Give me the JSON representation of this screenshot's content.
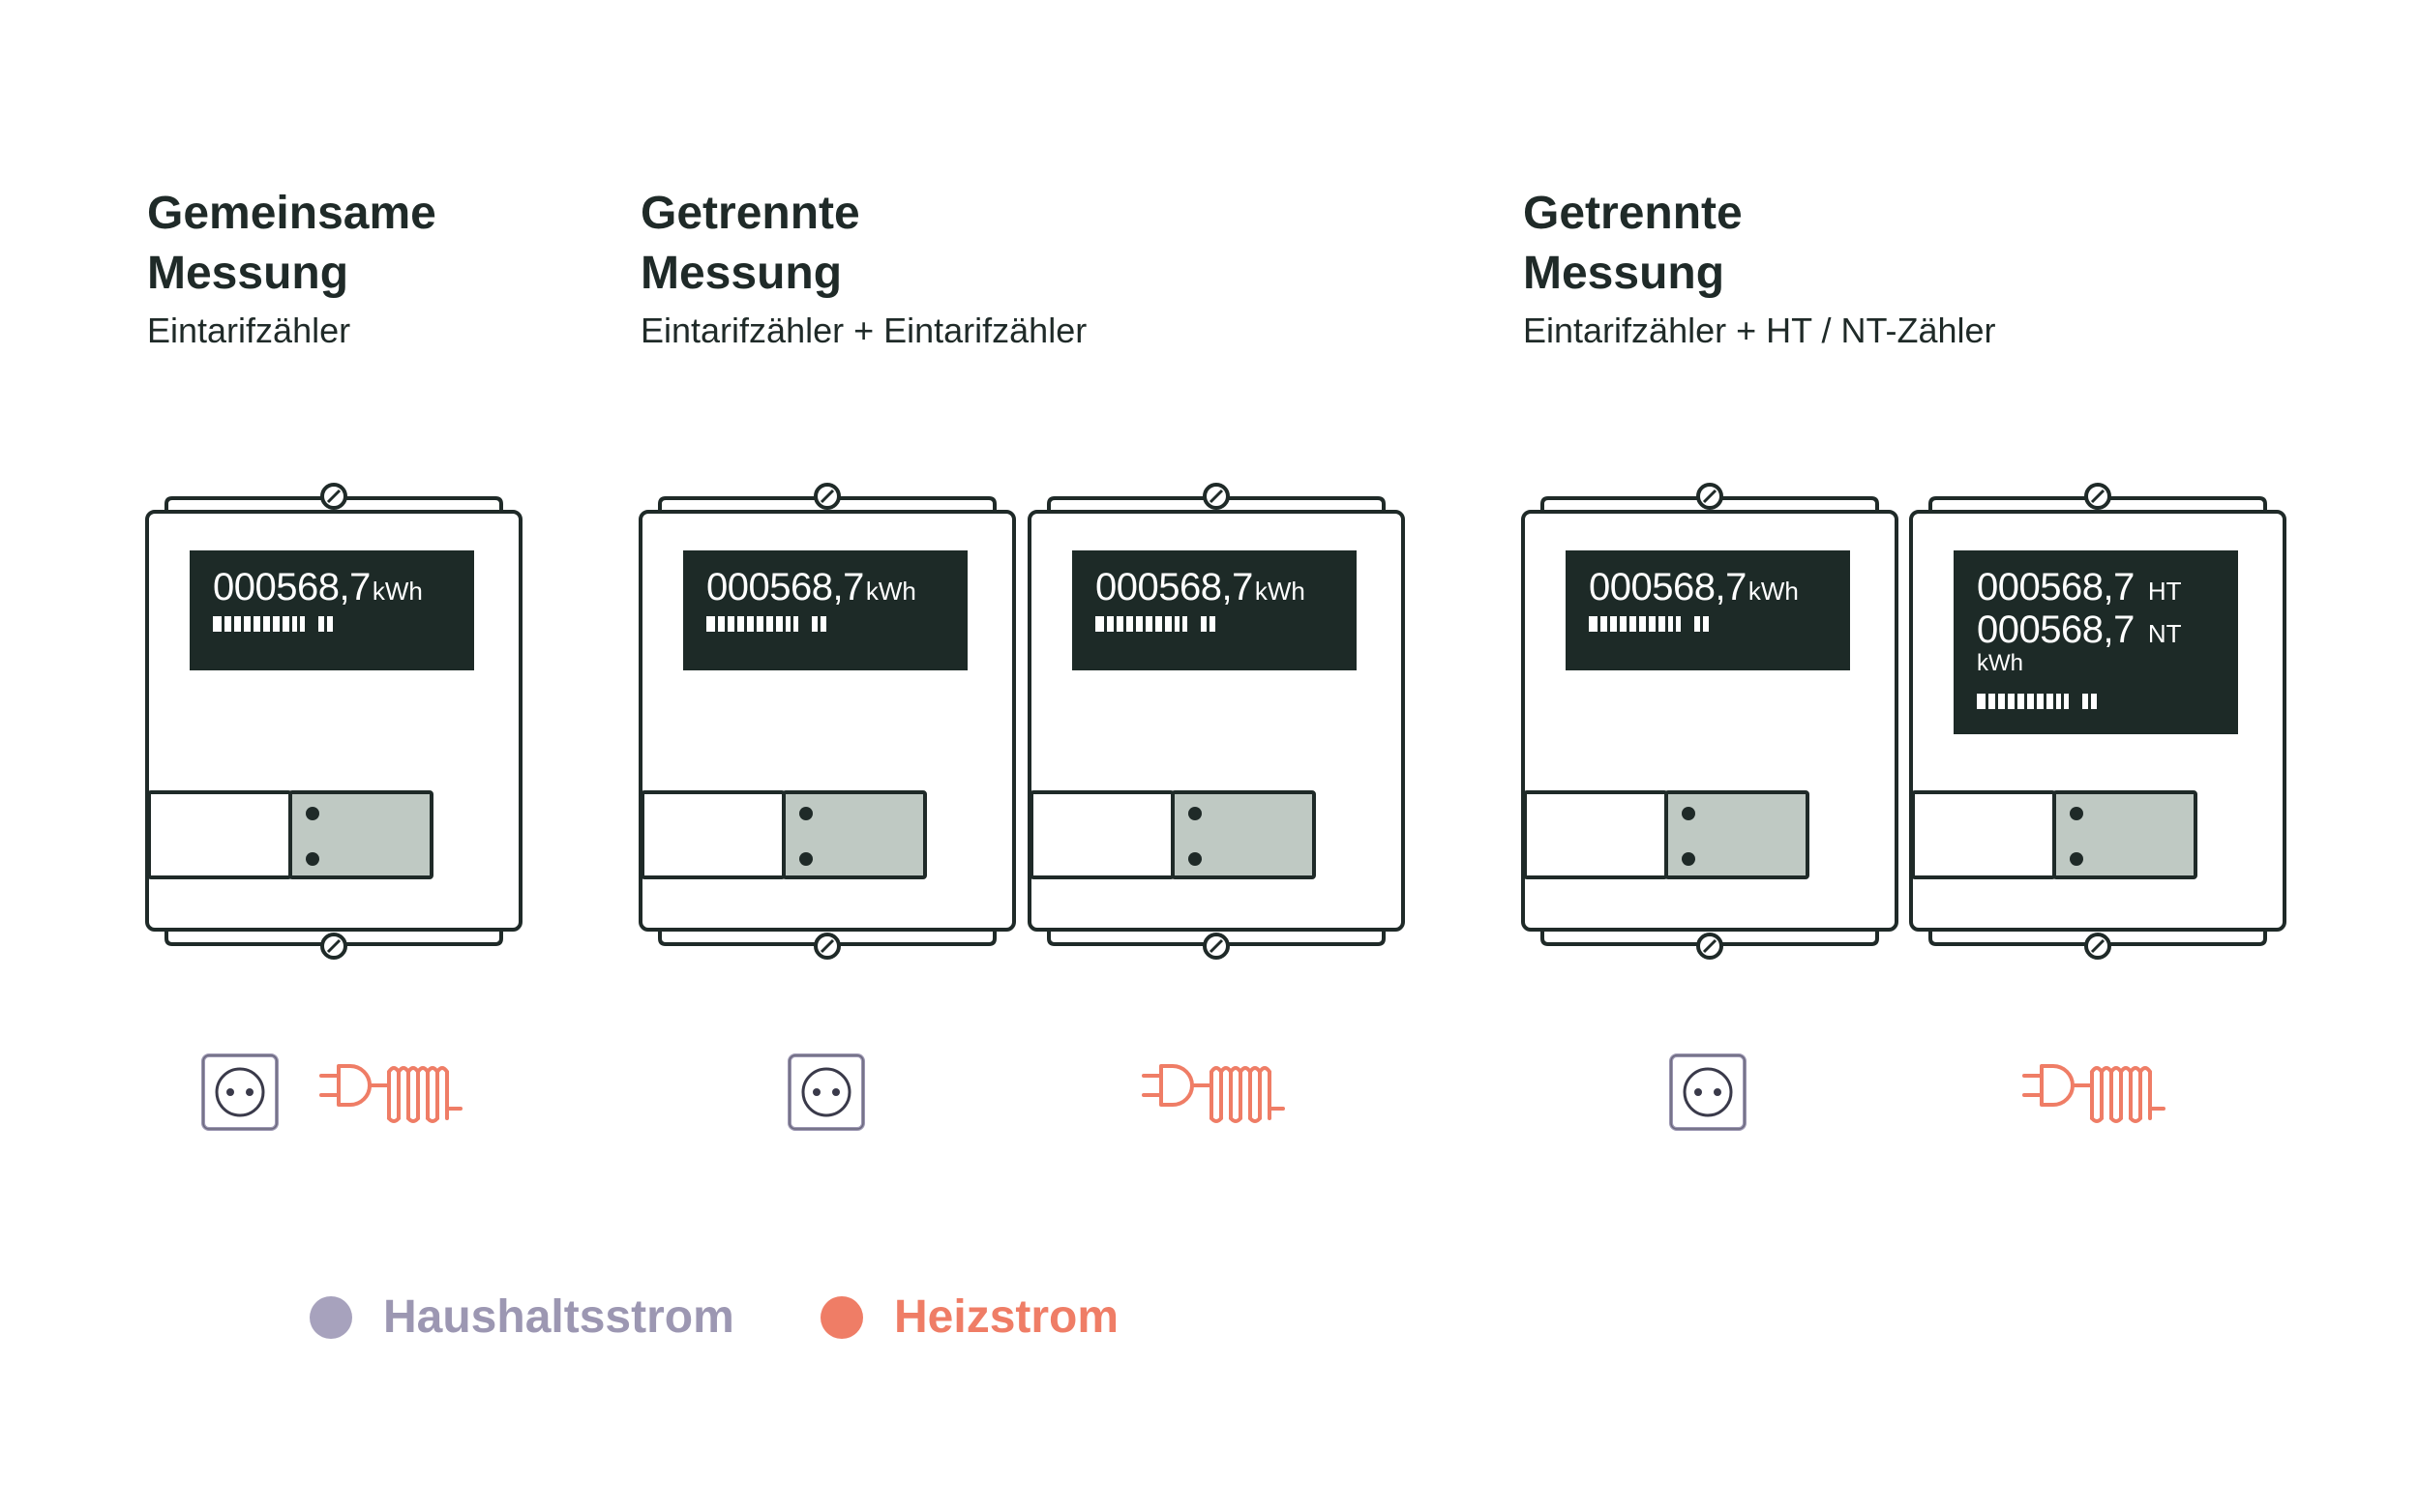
{
  "groups": [
    {
      "title_line1": "Gemeinsame",
      "title_line2": "Messung",
      "subtitle": "Eintarifzähler"
    },
    {
      "title_line1": "Getrennte",
      "title_line2": "Messung",
      "subtitle": "Eintarifzähler + Eintarifzähler"
    },
    {
      "title_line1": "Getrennte",
      "title_line2": "Messung",
      "subtitle": "Eintarifzähler + HT / NT-Zähler"
    }
  ],
  "meters": [
    {
      "reading": "000568,7",
      "unit": "kWh"
    },
    {
      "reading": "000568,7",
      "unit": "kWh"
    },
    {
      "reading": "000568,7",
      "unit": "kWh"
    },
    {
      "reading": "000568,7",
      "unit": "kWh"
    },
    {
      "reading_ht": "000568,7",
      "label_ht": "HT",
      "reading_nt": "000568,7",
      "label_nt": "NT",
      "unit": "kWh"
    }
  ],
  "icons": {
    "socket": "socket-icon",
    "heater": "heater-plug-icon"
  },
  "legend": [
    {
      "label": "Haushaltsstrom",
      "color": "#9c97b2"
    },
    {
      "label": "Heizstrom",
      "color": "#ef7d66"
    }
  ],
  "colors": {
    "ink": "#1f2a28",
    "display_bg": "#1d2a27",
    "terminal_fill": "#bfc9c3",
    "household": "#9c97b2",
    "heating": "#ef7d66"
  }
}
